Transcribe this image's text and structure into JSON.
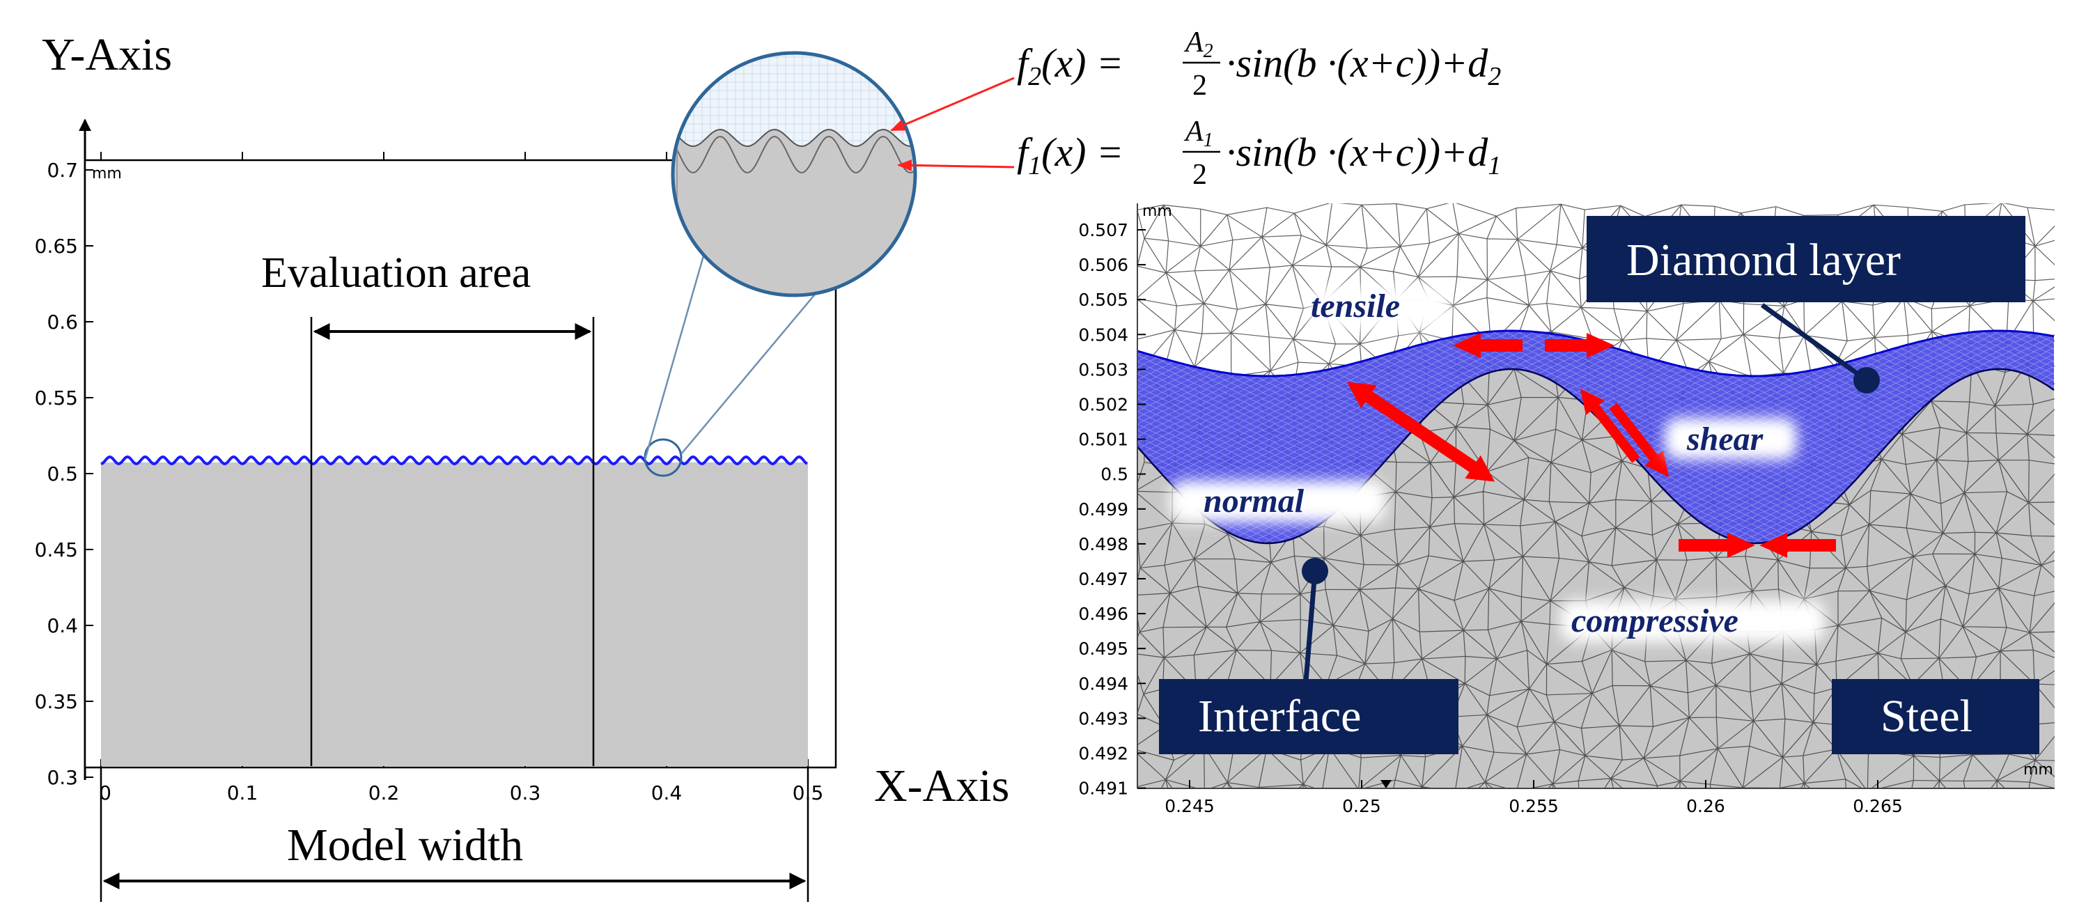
{
  "left_panel": {
    "y_axis_title": "Y-Axis",
    "unit_top": "mm",
    "unit_bottom": "mm",
    "y_ticks": [
      "0.7",
      "0.65",
      "0.6",
      "0.55",
      "0.5",
      "0.45",
      "0.4",
      "0.35",
      "0.3"
    ],
    "x_ticks": [
      "0",
      "0.1",
      "0.2",
      "0.3",
      "0.4",
      "0.5"
    ],
    "evaluation_label": "Evaluation area",
    "model_width_label": "Model width",
    "wave_color": "#1a1aff",
    "steel_color": "#c8c8c8"
  },
  "x_axis_title": "X-Axis",
  "formulas": {
    "f2": {
      "f": "f",
      "sub": "2",
      "arg": "(x) =",
      "num": "A",
      "num_sub": "2",
      "den": "2",
      "body": "·sin(b ·(x+c))+d",
      "body_sub": "2"
    },
    "f1": {
      "f": "f",
      "sub": "1",
      "arg": "(x) =",
      "num": "A",
      "num_sub": "1",
      "den": "2",
      "body": "·sin(b ·(x+c))+d",
      "body_sub": "1"
    }
  },
  "right_panel": {
    "unit_top": "mm",
    "unit_bottom": "mm",
    "y_ticks": [
      "0.507",
      "0.506",
      "0.505",
      "0.504",
      "0.503",
      "0.502",
      "0.501",
      "0.5",
      "0.499",
      "0.498",
      "0.497",
      "0.496",
      "0.495",
      "0.494",
      "0.493",
      "0.492",
      "0.491"
    ],
    "x_ticks": [
      "0.245",
      "0.25",
      "0.255",
      "0.26",
      "0.265"
    ],
    "labels": {
      "diamond_layer": "Diamond layer",
      "interface": "Interface",
      "steel": "Steel",
      "tensile": "tensile",
      "shear": "shear",
      "normal": "normal",
      "compressive": "compressive"
    },
    "colors": {
      "label_box": "#0b2157",
      "stress_text": "#12246e",
      "arrow": "#ff0000",
      "diamond_fill": "#4a4ae6",
      "steel_fill": "#c6c6c6"
    }
  }
}
